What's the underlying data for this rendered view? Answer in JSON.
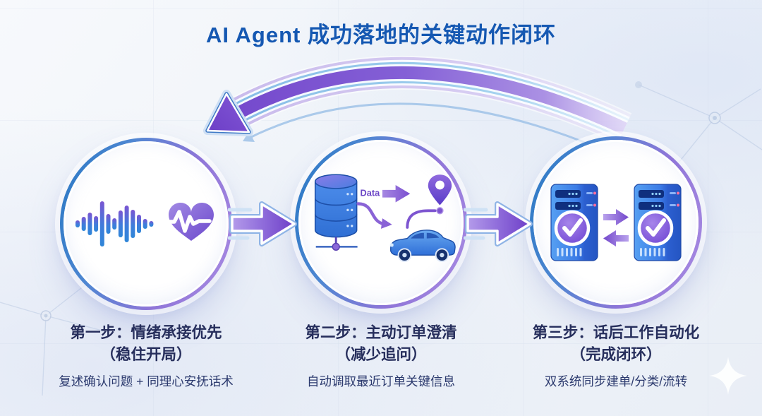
{
  "title": "AI Agent 成功落地的关键动作闭环",
  "steps": [
    {
      "heading": "第一步：情绪承接优先",
      "parenthetical": "（稳住开局）",
      "description": "复述确认问题 + 同理心安抚话术"
    },
    {
      "heading": "第二步：主动订单澄清",
      "parenthetical": "（减少追问）",
      "description": "自动调取最近订单关键信息"
    },
    {
      "heading": "第三步：话后工作自动化",
      "parenthetical": "（完成闭环）",
      "description": "双系统同步建单/分类/流转"
    }
  ],
  "labels": {
    "data_flow": "Data"
  },
  "icons": {
    "step1": [
      "voice-waveform-icon",
      "heart-pulse-icon"
    ],
    "step2": [
      "database-icon",
      "data-arrow-icon",
      "car-icon",
      "location-pin-icon"
    ],
    "step3": [
      "server-icon",
      "server-icon",
      "sync-arrows-icon"
    ],
    "flow": [
      "loop-arrow",
      "step-arrow",
      "step-arrow"
    ],
    "background": [
      "network-nodes-decor",
      "sparkle-icon"
    ]
  },
  "colors": {
    "title_blue": "#1558b2",
    "heading_navy": "#262e5c",
    "description_navy": "#2c3a6e",
    "arrow_purple": "#7b50cf",
    "ring_blue": "#2e7ac6",
    "ring_purple": "#9f82de",
    "icon_blue": "#3b7ce2",
    "background": "#eff3f9"
  }
}
